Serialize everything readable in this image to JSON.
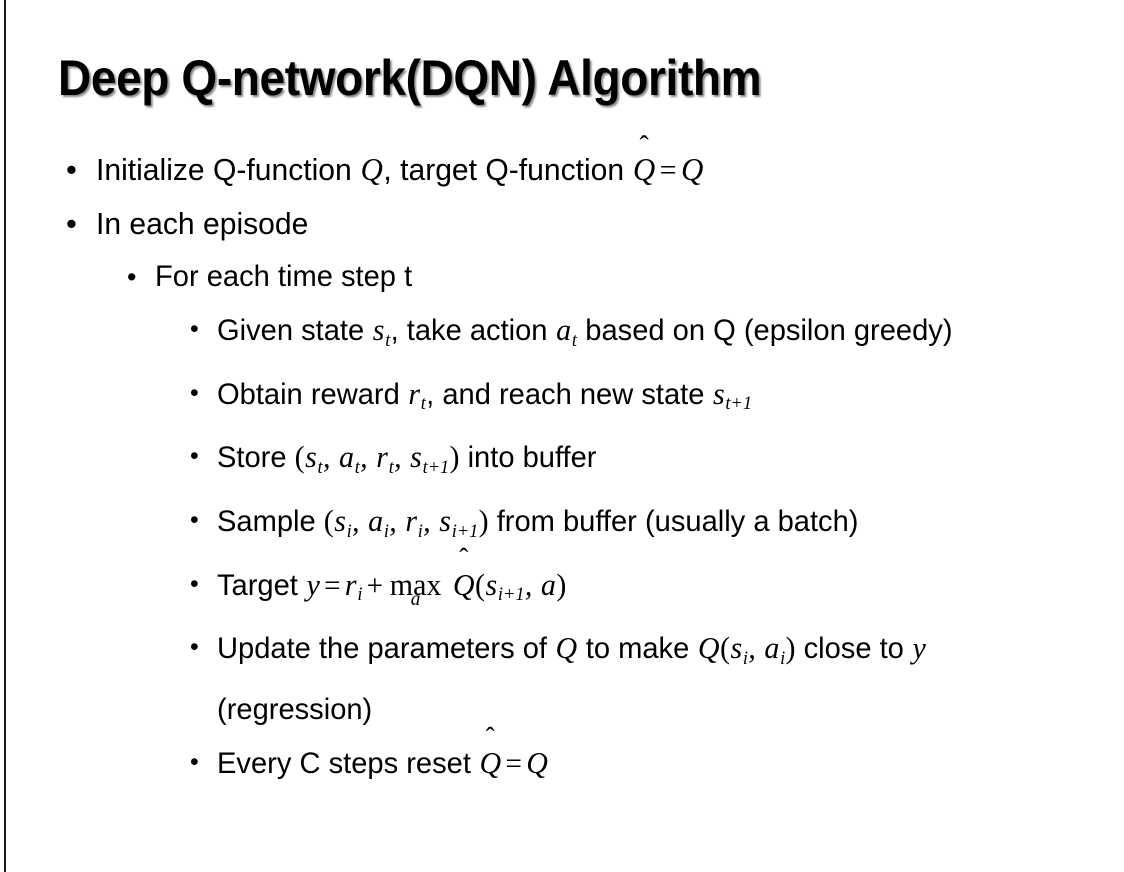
{
  "slide": {
    "title": "Deep Q-network(DQN) Algorithm",
    "bullet_glyph": "•",
    "background_color": "#ffffff",
    "text_color": "#000000",
    "edge_rule_color": "#1a1a1a"
  },
  "bullets": {
    "b1": {
      "level": 1,
      "plain_text": "Initialize Q-function Q, target Q-function Q̂ = Q",
      "seg_a": "Initialize Q-function ",
      "math_q1": "Q",
      "seg_b": ", target Q-function ",
      "math_qhat": "Q",
      "hat": "̂",
      "rel_eq": "=",
      "math_q2": "Q"
    },
    "b2": {
      "level": 1,
      "plain_text": "In each episode"
    },
    "b3": {
      "level": 2,
      "plain_text": "For each time step t"
    },
    "b4": {
      "level": 3,
      "plain_text": "Given state s_t, take action a_t based on Q (epsilon greedy)",
      "seg_a": "Given state ",
      "math_s": "s",
      "sub_t1": "t",
      "seg_b": ", take action ",
      "math_a": "a",
      "sub_t2": "t",
      "seg_c": " based on Q (epsilon greedy)"
    },
    "b5": {
      "level": 3,
      "plain_text": "Obtain reward r_t, and reach new state s_{t+1}",
      "seg_a": "Obtain reward ",
      "math_r": "r",
      "sub_t1": "t",
      "seg_b": ", and reach new state ",
      "math_s": "s",
      "sub_t2": "t+1"
    },
    "b6": {
      "level": 3,
      "plain_text": "Store (s_t, a_t, r_t, s_{t+1}) into buffer",
      "paren_open": "(",
      "seg_a": "Store ",
      "m1": "s",
      "m1sub": "t",
      "m2": "a",
      "m2sub": "t",
      "m3": "r",
      "m3sub": "t",
      "m4": "s",
      "m4sub": "t+1",
      "paren_close": ")",
      "comma": ",",
      "seg_b": " into buffer"
    },
    "b7": {
      "level": 3,
      "plain_text": "Sample (s_i, a_i, r_i, s_{i+1}) from buffer (usually a batch)",
      "seg_a": "Sample ",
      "paren_open": "(",
      "m1": "s",
      "m1sub": "i",
      "m2": "a",
      "m2sub": "i",
      "m3": "r",
      "m3sub": "i",
      "m4": "s",
      "m4sub": "i+1",
      "paren_close": ")",
      "comma": ",",
      "seg_b": " from buffer (usually a batch)"
    },
    "b8": {
      "level": 3,
      "plain_text": "Target y = r_i + max_a Q̂(s_{i+1}, a)",
      "seg_a": "Target ",
      "math_y": "y",
      "rel_eq": "=",
      "math_r": "r",
      "sub_i": "i",
      "op_plus": "+",
      "op_max": "max",
      "op_max_under": "a",
      "math_qhat": "Q",
      "hat": "̂",
      "paren_open": "(",
      "math_s": "s",
      "sub_i1": "i+1",
      "comma": ",",
      "math_a": "a",
      "paren_close": ")"
    },
    "b9": {
      "level": 3,
      "plain_text": "Update the parameters of Q to make Q(s_i, a_i) close to y (regression)",
      "seg_a": "Update the parameters of ",
      "math_q1": "Q",
      "seg_b": " to make ",
      "math_q2": "Q",
      "paren_open": "(",
      "m1": "s",
      "m1sub": "i",
      "comma": ",",
      "m2": "a",
      "m2sub": "i",
      "paren_close": ")",
      "seg_c": " close to ",
      "math_y": "y",
      "seg_d": " (regression)"
    },
    "b10": {
      "level": 3,
      "plain_text": "Every C steps reset Q̂ = Q",
      "seg_a": "Every C steps reset ",
      "math_qhat": "Q",
      "hat": "̂",
      "rel_eq": "=",
      "math_q": "Q"
    }
  }
}
